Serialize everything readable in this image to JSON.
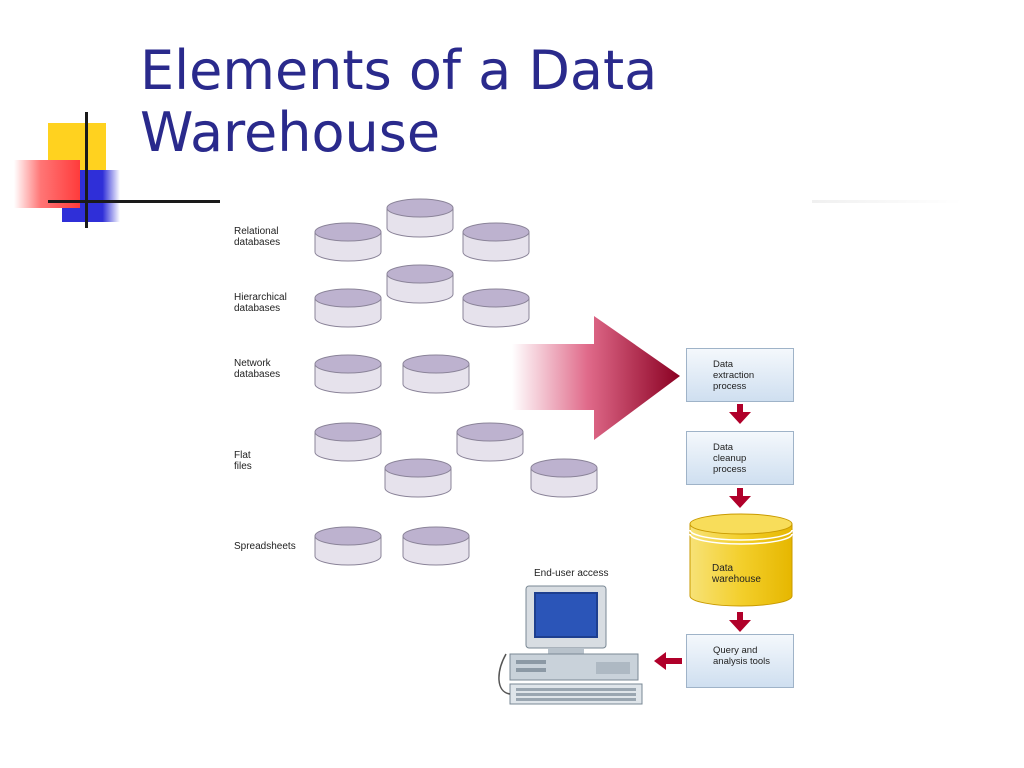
{
  "slide": {
    "title_line1": "Elements of a Data",
    "title_line2": "Warehouse"
  },
  "sources": [
    {
      "label": [
        "Relational",
        "databases"
      ]
    },
    {
      "label": [
        "Hierarchical",
        "databases"
      ]
    },
    {
      "label": [
        "Network",
        "databases"
      ]
    },
    {
      "label": [
        "Flat",
        "files"
      ]
    },
    {
      "label": [
        "Spreadsheets"
      ]
    }
  ],
  "process": [
    {
      "label": [
        "Data",
        "extraction",
        "process"
      ]
    },
    {
      "label": [
        "Data",
        "cleanup",
        "process"
      ]
    },
    {
      "label": [
        "Data",
        "warehouse"
      ]
    },
    {
      "label": [
        "Query and",
        "analysis tools"
      ]
    }
  ],
  "end_user": {
    "label": "End-user access"
  },
  "colors": {
    "title": "#2a2a8c",
    "disk": "#c8bfd6",
    "big_arrow": "#a3002a",
    "warehouse": "#f5d442",
    "deco_yellow": "#ffd21f",
    "deco_red": "#ff3b3b",
    "deco_blue": "#2f2fd8"
  }
}
